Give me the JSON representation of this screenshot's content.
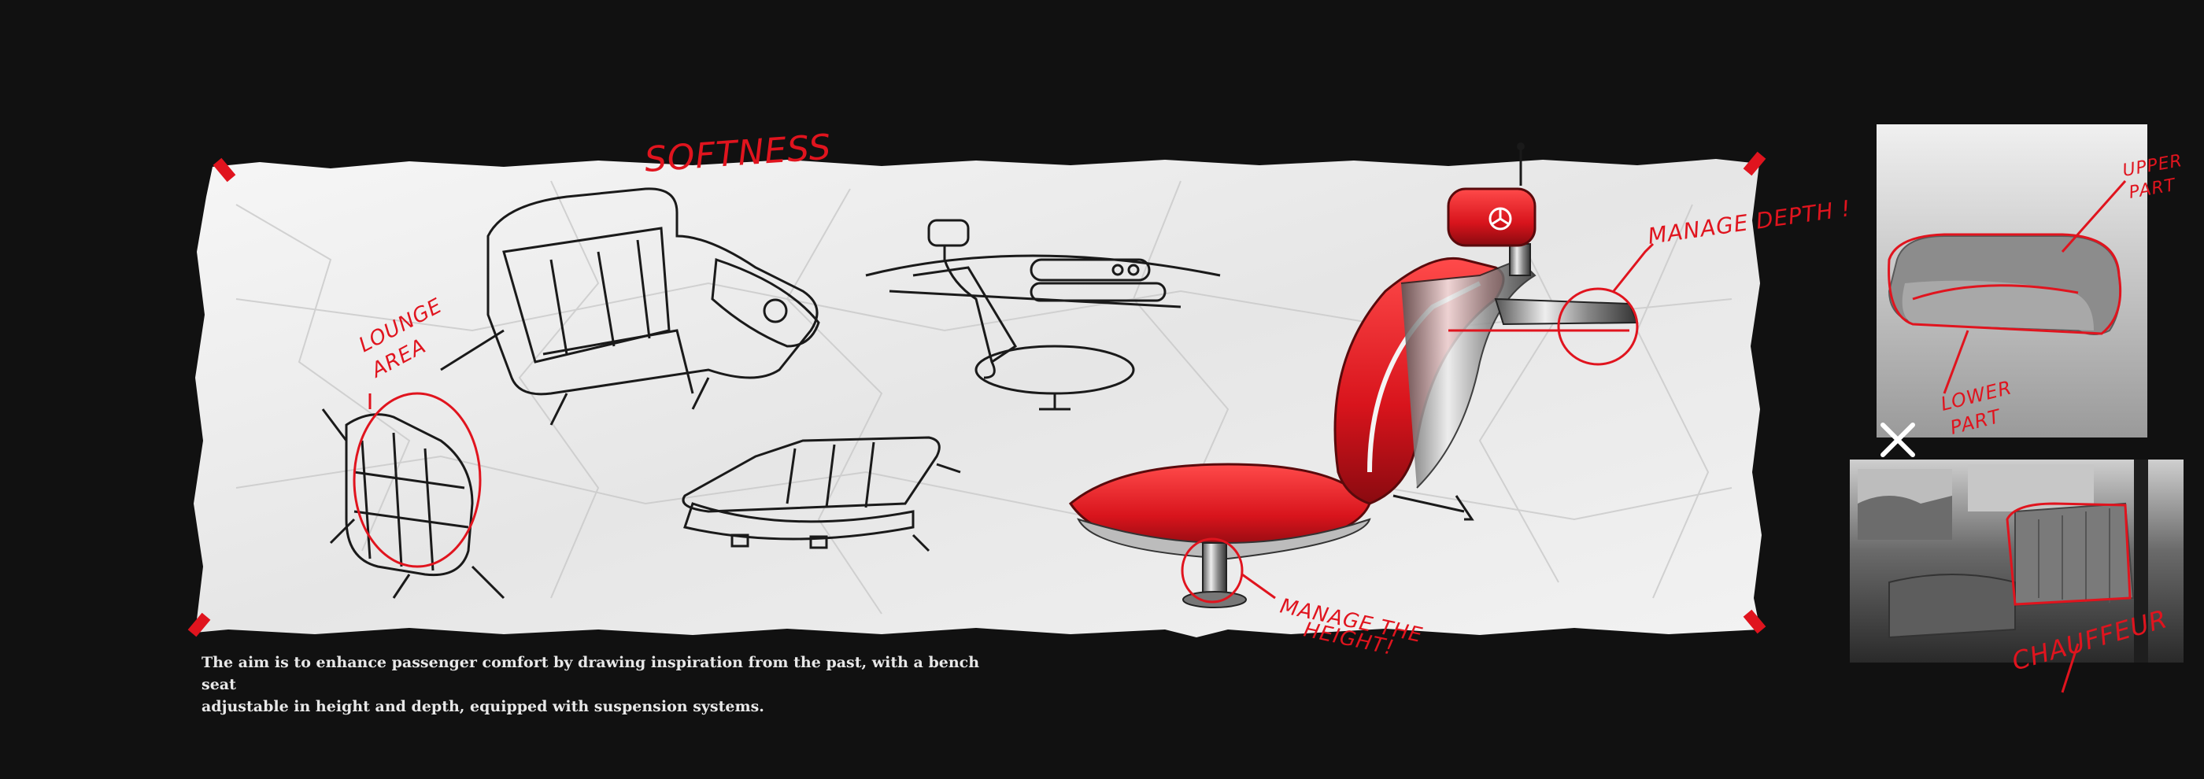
{
  "caption": {
    "line1": "The aim is to enhance passenger comfort by drawing inspiration from the past, with a bench seat",
    "line2": "adjustable in height and depth, equipped with suspension systems."
  },
  "annotations": {
    "softness": "SOFTNESS",
    "lounge_line1": "LOUNGE",
    "lounge_line2": "AREA",
    "manage_depth": "MANAGE DEPTH !",
    "manage_height_line1": "MANAGE THE",
    "manage_height_line2": "HEIGHT!",
    "upper_line1": "UPPER",
    "upper_line2": "PART",
    "lower_line1": "LOWER",
    "lower_line2": "PART",
    "chauffeur": "CHAUFFEUR"
  },
  "colors": {
    "background": "#111111",
    "paper": "#f0f0f0",
    "accent_red": "#e0141e",
    "sketch_ink": "#1a1a1a"
  },
  "icons": [
    "brand-star-icon",
    "cross-mark-icon"
  ]
}
